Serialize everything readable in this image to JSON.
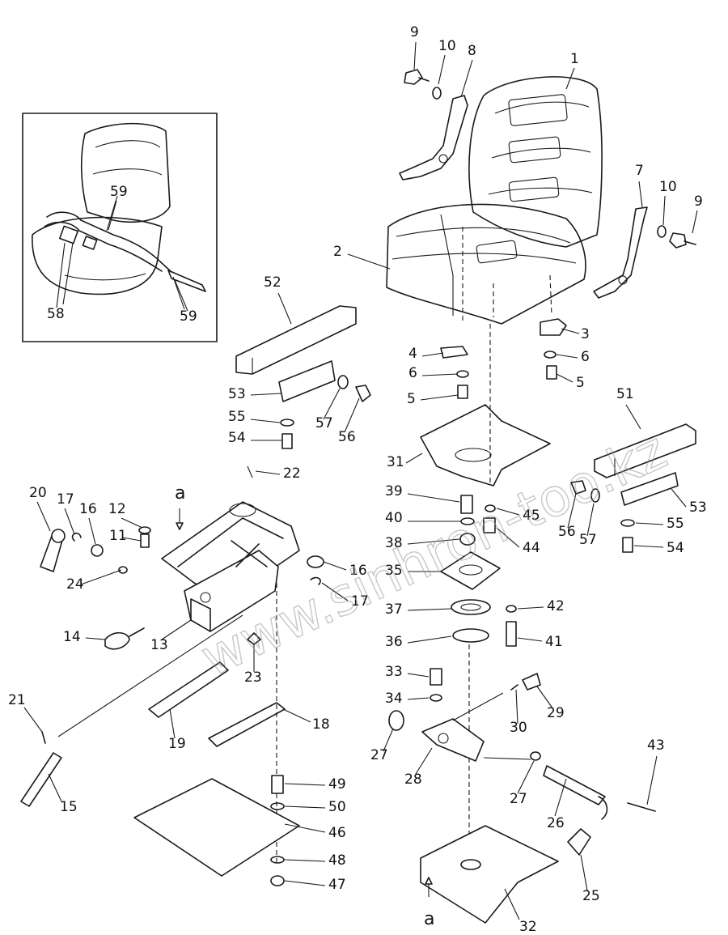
{
  "watermark": "www.sinhron-too.kz",
  "callouts": [
    "1",
    "2",
    "3",
    "4",
    "5",
    "5",
    "6",
    "6",
    "7",
    "8",
    "9",
    "9",
    "10",
    "10",
    "11",
    "12",
    "13",
    "14",
    "15",
    "16",
    "16",
    "17",
    "17",
    "18",
    "19",
    "20",
    "21",
    "22",
    "23",
    "24",
    "25",
    "26",
    "27",
    "27",
    "28",
    "29",
    "30",
    "31",
    "32",
    "33",
    "34",
    "35",
    "36",
    "37",
    "38",
    "39",
    "40",
    "41",
    "42",
    "43",
    "44",
    "45",
    "46",
    "47",
    "48",
    "49",
    "50",
    "51",
    "52",
    "53",
    "53",
    "54",
    "54",
    "55",
    "55",
    "56",
    "56",
    "57",
    "57",
    "58",
    "59",
    "59"
  ],
  "arrow_labels": [
    "a",
    "a"
  ]
}
